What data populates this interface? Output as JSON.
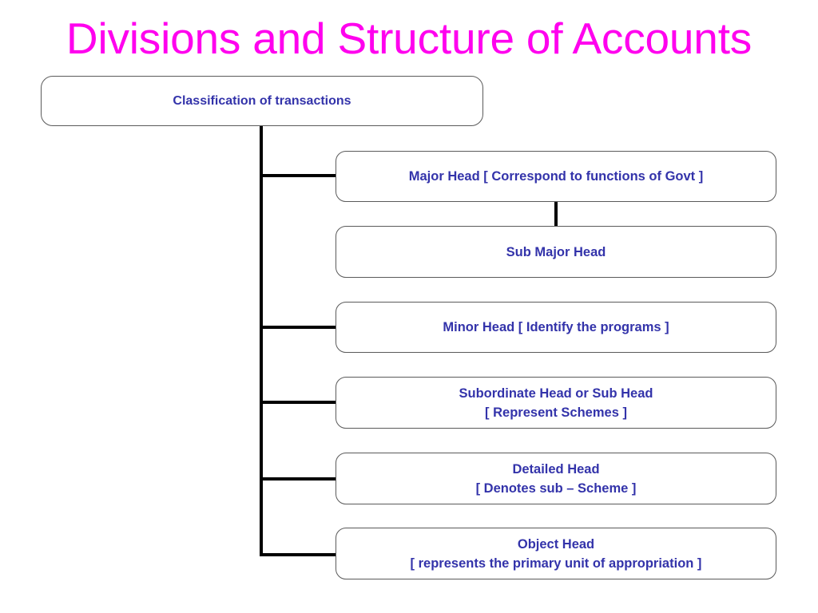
{
  "slide": {
    "title": "Divisions and Structure of Accounts",
    "title_color": "#ff00ee",
    "node_text_color": "#3333aa",
    "node_border_color": "#5a5a5a",
    "connector_color": "#000000",
    "background_color": "#ffffff"
  },
  "nodes": {
    "root": {
      "label": "Classification of transactions",
      "lines": [
        "Classification of transactions"
      ]
    },
    "major_head": {
      "label": "Major Head [ Correspond to functions of Govt ]",
      "lines": [
        "Major Head [ Correspond to functions of Govt ]"
      ]
    },
    "sub_major_head": {
      "label": "Sub Major Head",
      "lines": [
        "Sub Major Head"
      ]
    },
    "minor_head": {
      "label": "Minor Head [ Identify the programs ]",
      "lines": [
        "Minor Head [ Identify the programs ]"
      ]
    },
    "subordinate_head": {
      "label": "Subordinate Head or Sub Head [ Represent Schemes ]",
      "lines": [
        "Subordinate Head or Sub Head",
        "[ Represent Schemes ]"
      ]
    },
    "detailed_head": {
      "label": "Detailed Head [ Denotes sub – Scheme ]",
      "lines": [
        "Detailed Head",
        "[ Denotes sub – Scheme ]"
      ]
    },
    "object_head": {
      "label": "Object Head [ represents the primary unit of appropriation ]",
      "lines": [
        "Object Head",
        "[ represents the primary unit of appropriation ]"
      ]
    }
  },
  "connectors": [
    {
      "name": "trunk-from-root",
      "kind": "vertical"
    },
    {
      "name": "branch-to-major-head",
      "kind": "horizontal"
    },
    {
      "name": "link-major-to-sub-major",
      "kind": "vertical"
    },
    {
      "name": "branch-to-minor-head",
      "kind": "horizontal"
    },
    {
      "name": "branch-to-subordinate-head",
      "kind": "horizontal"
    },
    {
      "name": "branch-to-detailed-head",
      "kind": "horizontal"
    },
    {
      "name": "branch-to-object-head",
      "kind": "horizontal"
    }
  ]
}
